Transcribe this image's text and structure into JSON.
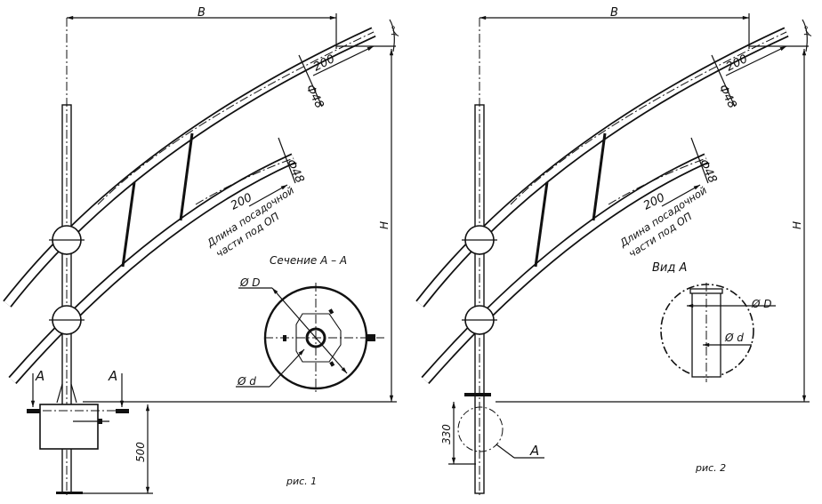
{
  "figure1": {
    "caption": "рис. 1",
    "dim_b": "B",
    "dim_h": "H",
    "angle": "γ°",
    "upper_len": "200",
    "upper_dia": "Ф48",
    "lower_len": "200",
    "lower_dia": "Ф48",
    "note_line1": "Длина посадочной",
    "note_line2": "части под ОП",
    "section_title": "Сечение  А – А",
    "dia_outer": "Ø D",
    "dia_inner": "Ø d",
    "cut_label_left": "A",
    "cut_label_right": "A",
    "dim_500": "500"
  },
  "figure2": {
    "caption": "рис. 2",
    "dim_b": "B",
    "dim_h": "H",
    "angle": "γ°",
    "upper_len": "200",
    "upper_dia": "Ф48",
    "lower_len": "200",
    "lower_dia": "Ф48",
    "note_line1": "Длина посадочной",
    "note_line2": "части под ОП",
    "view_title": "Вид А",
    "dia_outer": "Ø D",
    "dia_inner": "Ø d",
    "callout": "A",
    "dim_330": "330"
  }
}
